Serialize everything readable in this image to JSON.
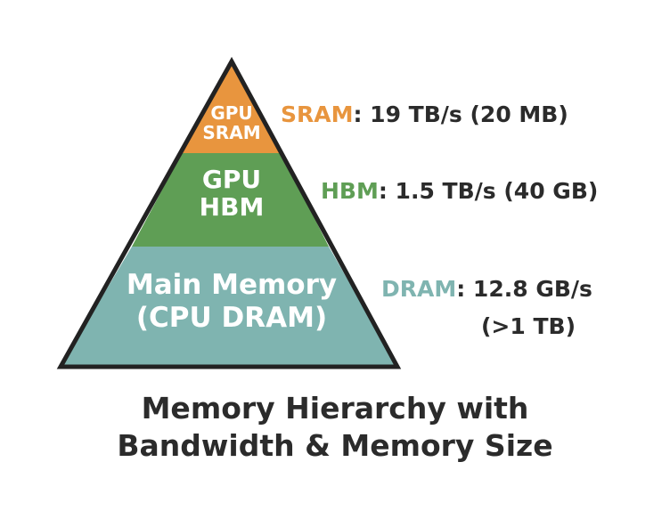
{
  "colors": {
    "sram": "#e8953e",
    "hbm": "#5f9e55",
    "dram": "#7fb4b0",
    "outline": "#222222",
    "text": "#2b2b2b"
  },
  "tiers": {
    "sram": {
      "line1": "GPU",
      "line2": "SRAM"
    },
    "hbm": {
      "line1": "GPU",
      "line2": "HBM"
    },
    "dram": {
      "line1": "Main Memory",
      "line2": "(CPU DRAM)"
    }
  },
  "annotations": {
    "sram": {
      "name": "SRAM",
      "detail": ": 19 TB/s (20 MB)"
    },
    "hbm": {
      "name": "HBM",
      "detail": ": 1.5 TB/s (40 GB)"
    },
    "dram": {
      "name": "DRAM",
      "detail": ": 12.8 GB/s",
      "detail2": "(>1 TB)"
    }
  },
  "caption": {
    "line1": "Memory Hierarchy with",
    "line2": "Bandwidth & Memory Size"
  }
}
